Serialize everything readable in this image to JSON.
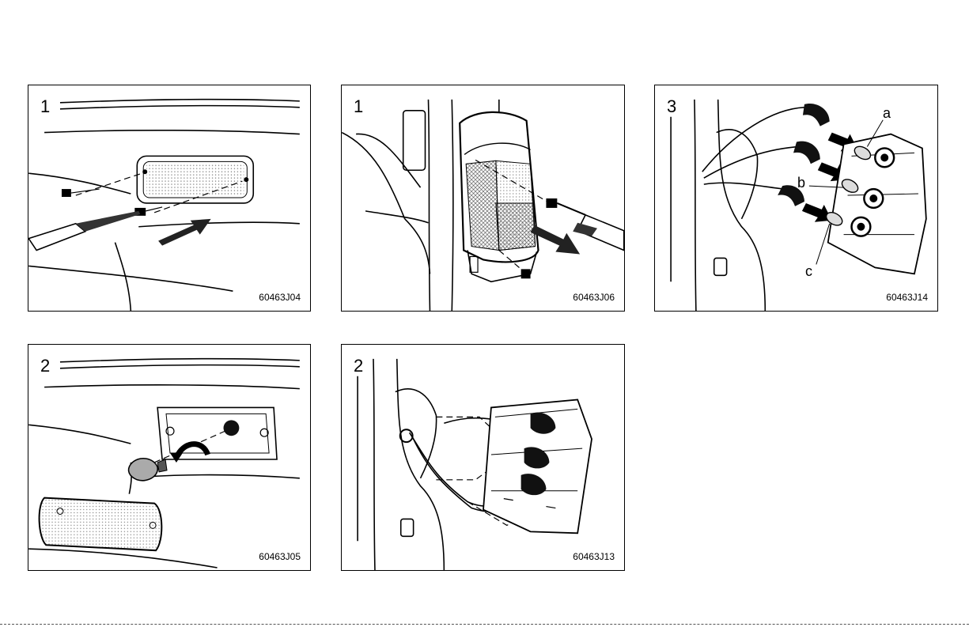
{
  "panels": [
    {
      "step": "1",
      "code": "60463J04"
    },
    {
      "step": "1",
      "code": "60463J06"
    },
    {
      "step": "3",
      "code": "60463J14",
      "callouts": [
        "a",
        "b",
        "c"
      ]
    },
    {
      "step": "2",
      "code": "60463J05"
    },
    {
      "step": "2",
      "code": "60463J13"
    }
  ]
}
